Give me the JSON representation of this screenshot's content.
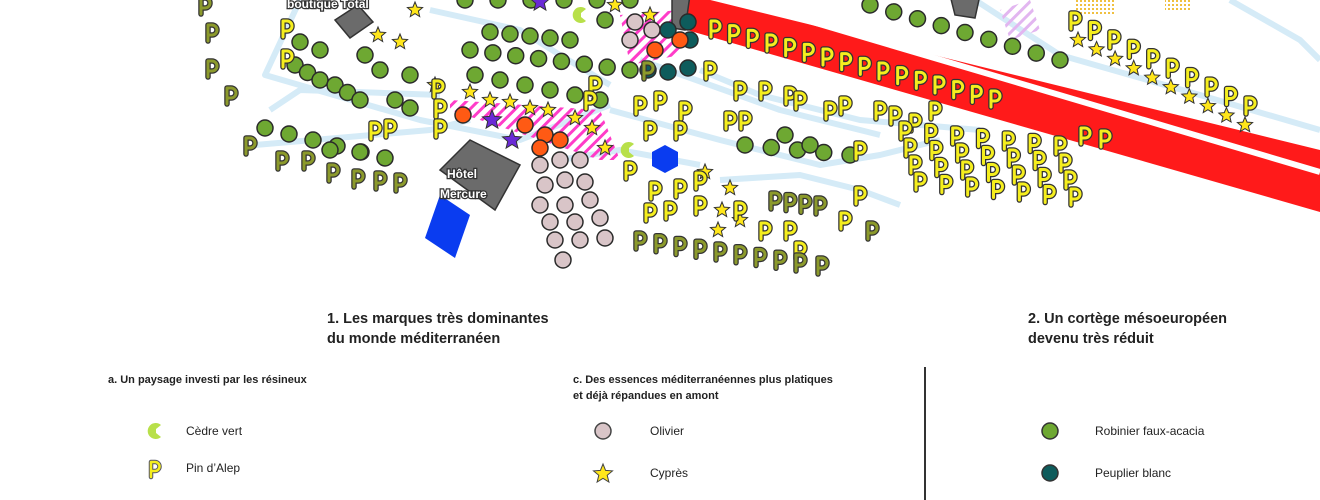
{
  "map": {
    "labels": {
      "boutique": "boutique Total",
      "hotel_line1": "Hôtel",
      "hotel_line2": "Mercure"
    },
    "colors": {
      "road": "#ff1a1a",
      "path": "#d5ebf7",
      "pin_yellow": "#f5ee1e",
      "pin_olive": "#8c9a2c",
      "robinier": "#6ea832",
      "peuplier": "#0e5c5c",
      "olivier": "#d9c5c8",
      "cypres": "#ffe61a",
      "cedre": "#b8e04a",
      "orange": "#ff5a14",
      "purple": "#6a2ad6",
      "hatch": "#ff3cc8",
      "building": "#6b6b6b",
      "blue": "#0a3cf0"
    }
  },
  "legend": {
    "section1": {
      "title_line1": "1. Les marques très dominantes",
      "title_line2": "du monde méditerranéen"
    },
    "group_a": {
      "title": "a. Un paysage investi par les résineux",
      "items": [
        {
          "icon": "cedre-icon",
          "label": "Cèdre vert"
        },
        {
          "icon": "pin-icon",
          "label": "Pin d’Alep"
        }
      ]
    },
    "group_c": {
      "title_line1": "c. Des essences méditerranéennes plus platiques",
      "title_line2": "et déjà répandues en amont",
      "items": [
        {
          "icon": "olivier-icon",
          "label": "Olivier"
        },
        {
          "icon": "star-icon",
          "label": "Cyprès"
        }
      ]
    },
    "section2": {
      "title_line1": "2. Un cortège mésoeuropéen",
      "title_line2": "devenu très réduit",
      "items": [
        {
          "icon": "robinier-icon",
          "label": "Robinier faux-acacia"
        },
        {
          "icon": "peuplier-icon",
          "label": "Peuplier blanc"
        }
      ]
    }
  }
}
